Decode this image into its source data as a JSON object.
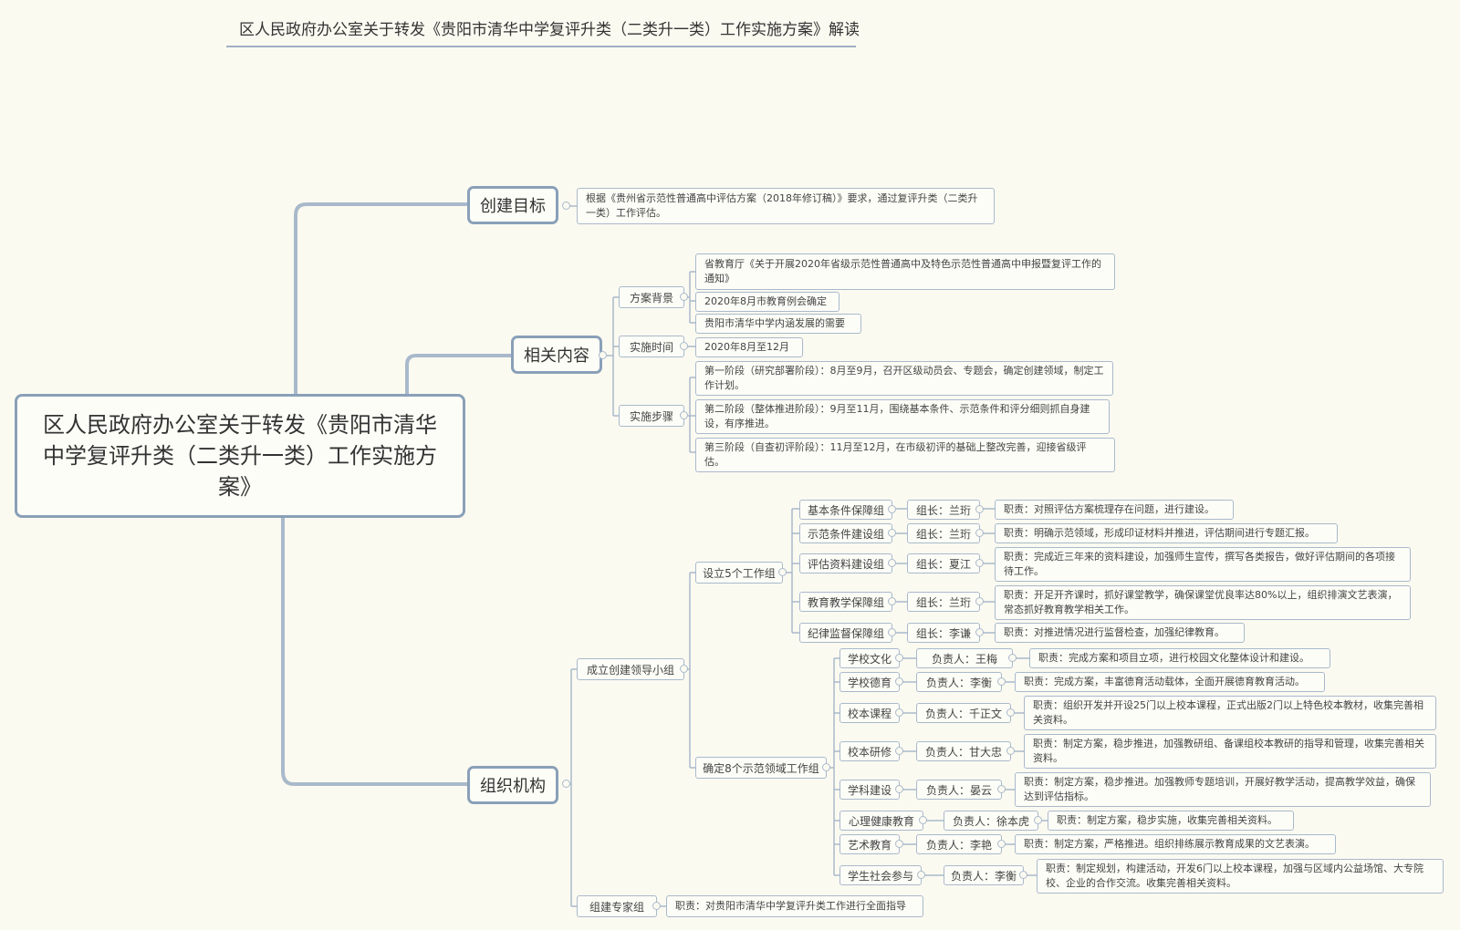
{
  "title": "区人民政府办公室关于转发《贵阳市清华中学复评升类（二类升一类）工作实施方案》解读",
  "root": "区人民政府办公室关于转发《贵阳市清华中学复评升类（二类升一类）工作实施方案》",
  "goal": {
    "label": "创建目标",
    "text": "根据《贵州省示范性普通高中评估方案（2018年修订稿）》要求，通过复评升类（二类升一类）工作评估。"
  },
  "related": {
    "label": "相关内容",
    "background": {
      "label": "方案背景",
      "items": [
        "省教育厅《关于开展2020年省级示范性普通高中及特色示范性普通高中申报暨复评工作的通知》",
        "2020年8月市教育例会确定",
        "贵阳市清华中学内涵发展的需要"
      ]
    },
    "time": {
      "label": "实施时间",
      "text": "2020年8月至12月"
    },
    "steps": {
      "label": "实施步骤",
      "items": [
        "第一阶段（研究部署阶段）：8月至9月，召开区级动员会、专题会，确定创建领域，制定工作计划。",
        "第二阶段（整体推进阶段）：9月至11月，围绕基本条件、示范条件和评分细则抓自身建设，有序推进。",
        "第三阶段（自查初评阶段）：11月至12月，在市级初评的基础上整改完善，迎接省级评估。"
      ]
    }
  },
  "org": {
    "label": "组织机构",
    "leadership": {
      "label": "成立创建领导小组",
      "five_groups": {
        "label": "设立5个工作组",
        "groups": [
          {
            "name": "基本条件保障组",
            "leader": "组长：兰珩",
            "duty": "职责：对照评估方案梳理存在问题，进行建设。"
          },
          {
            "name": "示范条件建设组",
            "leader": "组长：兰珩",
            "duty": "职责：明确示范领域，形成印证材料并推进，评估期间进行专题汇报。"
          },
          {
            "name": "评估资料建设组",
            "leader": "组长：夏江",
            "duty": "职责：完成近三年来的资料建设，加强师生宣传，撰写各类报告，做好评估期间的各项接待工作。"
          },
          {
            "name": "教育教学保障组",
            "leader": "组长：兰珩",
            "duty": "职责：开足开齐课时，抓好课堂教学，确保课堂优良率达80%以上，组织排演文艺表演，常态抓好教育教学相关工作。"
          },
          {
            "name": "纪律监督保障组",
            "leader": "组长：李谦",
            "duty": "职责：对推进情况进行监督检查，加强纪律教育。"
          }
        ]
      },
      "eight_groups": {
        "label": "确定8个示范领域工作组",
        "groups": [
          {
            "name": "学校文化",
            "leader": "负责人：王梅",
            "duty": "职责：完成方案和项目立项，进行校园文化整体设计和建设。"
          },
          {
            "name": "学校德育",
            "leader": "负责人：李衡",
            "duty": "职责：完成方案，丰富德育活动载体，全面开展德育教育活动。"
          },
          {
            "name": "校本课程",
            "leader": "负责人：千正文",
            "duty": "职责：组织开发并开设25门以上校本课程，正式出版2门以上特色校本教材，收集完善相关资料。"
          },
          {
            "name": "校本研修",
            "leader": "负责人：甘大忠",
            "duty": "职责：制定方案，稳步推进，加强教研组、备课组校本教研的指导和管理，收集完善相关资料。"
          },
          {
            "name": "学科建设",
            "leader": "负责人：晏云",
            "duty": "职责：制定方案，稳步推进。加强教师专题培训，开展好教学活动，提高教学效益，确保达到评估指标。"
          },
          {
            "name": "心理健康教育",
            "leader": "负责人：徐本虎",
            "duty": "职责：制定方案，稳步实施，收集完善相关资料。"
          },
          {
            "name": "艺术教育",
            "leader": "负责人：李艳",
            "duty": "职责：制定方案，严格推进。组织排练展示教育成果的文艺表演。"
          },
          {
            "name": "学生社会参与",
            "leader": "负责人：李衡",
            "duty": "职责：制定规划，构建活动，开发6门以上校本课程，加强与区域内公益场馆、大专院校、企业的合作交流。收集完善相关资料。"
          }
        ]
      }
    },
    "experts": {
      "label": "组建专家组",
      "duty": "职责：对贵阳市清华中学复评升类工作进行全面指导"
    }
  }
}
